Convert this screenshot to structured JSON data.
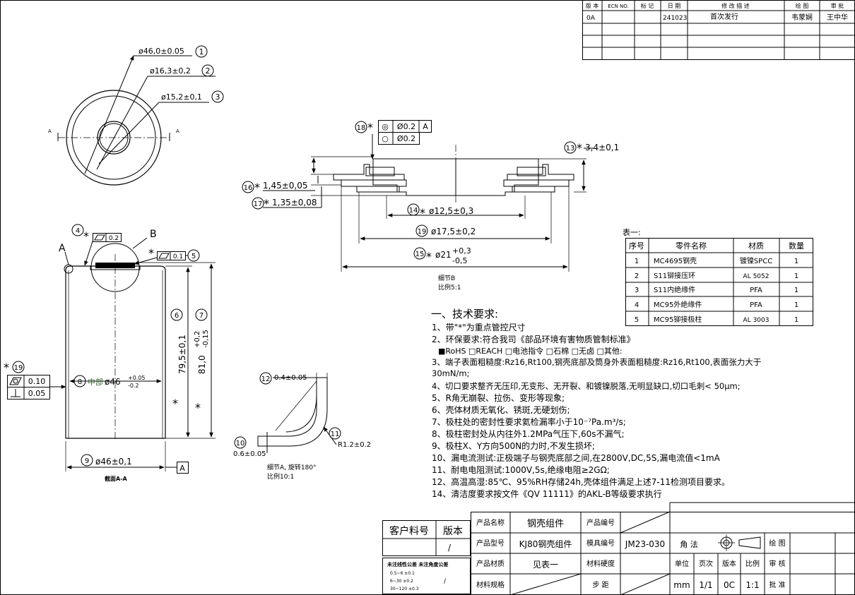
{
  "revision_table": {
    "headers": [
      "版 本",
      "ECN NO.",
      "标 记",
      "日 期",
      "修 改 描 述",
      "绘 图",
      "审 批"
    ],
    "row": [
      "0A",
      "",
      "",
      "241023",
      "首次发行",
      "韦蒙娴",
      "王中华"
    ]
  },
  "top_view": {
    "dim1": "ø46,0±0.05",
    "n1": "1",
    "dim2": "ø16,3±0,2",
    "n2": "2",
    "dim3": "ø15,2±0,1",
    "n3": "3",
    "section_mark": "A"
  },
  "detail_b": {
    "n18": "18",
    "star": "*",
    "fcf1_symbol": "◎",
    "fcf1_value": "Ø0.2",
    "fcf1_datum": "A",
    "fcf2_symbol": "○",
    "fcf2_value": "Ø0.2",
    "n13": "13",
    "dim13": "3,4±0,1",
    "n16": "16",
    "dim16": "1,45±0,05",
    "n17": "17",
    "dim17": "1,35±0,08",
    "n14": "14",
    "dim14": "ø12,5±0,3",
    "n19": "19",
    "dim19": "ø17,5±0,2",
    "n15": "15",
    "dim15_main": "ø21",
    "dim15_upper": "+0,3",
    "dim15_lower": "-0,5",
    "caption1": "细节B",
    "caption2": "比例5:1"
  },
  "section_view": {
    "n4": "4",
    "fcf4_value": "0.2",
    "label_b": "B",
    "label_a": "A",
    "n5": "5",
    "fcf5_value": "0.1",
    "n6": "6",
    "dim6": "79,5±0,1",
    "n7": "7",
    "dim7_main": "81,0",
    "dim7_tol": "+0,2",
    "dim7_tol2": "-0,15",
    "n8": "8",
    "dim8_prefix": "中部",
    "dim8_main": "ø46",
    "dim8_upper": "+0.05",
    "dim8_lower": "-0.2",
    "n9": "9",
    "dim9": "ø46±0,1",
    "datum": "A",
    "n19": "19",
    "fcf_a": "0.10",
    "fcf_b": "0.05",
    "caption": "截面A-A",
    "star": "*"
  },
  "detail_a": {
    "n12": "12",
    "dim12": "0.4±0.05",
    "n10": "10",
    "dim10": "0.6±0.05",
    "n11": "11",
    "dim11": "R1.2±0.2",
    "caption1": "细节A, 旋转180°",
    "caption2": "比例10:1"
  },
  "parts_table": {
    "title": "表一:",
    "headers": [
      "序号",
      "零件名称",
      "材质",
      "数量"
    ],
    "rows": [
      [
        "1",
        "MC4695钢壳",
        "镀镍SPCC",
        "1"
      ],
      [
        "2",
        "S11铆接压环",
        "AL 5052",
        "1"
      ],
      [
        "3",
        "S11内绝缘件",
        "PFA",
        "1"
      ],
      [
        "4",
        "MC95外绝缘件",
        "PFA",
        "1"
      ],
      [
        "5",
        "MC95铆接极柱",
        "AL 3003",
        "1"
      ]
    ]
  },
  "requirements": {
    "title": "一、技术要求:",
    "line1": "1、带\"*\"为重点管控尺寸",
    "line2": "2、环保要求:符合我司《部品环境有害物质管制标准》",
    "line2b": "■RoHS    □REACH    □电池指令    □石棉    □无卤    □其他:",
    "line3": "3、端子表面粗糙度:Rz16,Rt100,钢壳底部及筒身外表面粗糙度:Rz16,Rt100,表面张力大于",
    "line3b": "30mN/m;",
    "line4": "4、切口要求整齐无压印,无变形、无开裂、和镀镍脱落,无明显缺口,切口毛刺< 50μm;",
    "line5": "5、R角无崩裂、拉伤、变形等现象;",
    "line6": "6、壳体材质无氧化、锈斑,无硬划伤;",
    "line7": "7、极柱处的密封性要求氦检漏率小于10⁻⁷Pa.m³/s;",
    "line8": "8、极柱密封处从内往外1.2MPa气压下,60s不漏气;",
    "line9": "9、极柱X、Y方向500N的力时,不发生损坏;",
    "line10": "10、漏电流测试:正极端子与钢壳底部之间,在2800V,DC,5S,漏电流值<1mA",
    "line11": "11、耐电电阻测试:1000V,5s,绝缘电阻≥2GΩ;",
    "line12": "12、高温高湿:85℃、95%RH存储24h,壳体组件满足上述7-11检测项目要求。",
    "line14": "14、清洁度要求按文件《QV 11111》的AKL-B等级要求执行"
  },
  "title_block": {
    "customer_part_label": "客户料号",
    "version_label": "版本",
    "version_value": "/",
    "tol_title": "未注线性公差  未注角度公差",
    "tol1": "0.5~6    ±0.1",
    "tol2": "6~30     ±0.2",
    "tol3": "30~120   ±0.3",
    "tol_angle": "/",
    "product_name_label": "产品名称",
    "product_name": "钢壳组件",
    "product_no_label": "产品编号",
    "product_no": "",
    "model_label": "产品型号",
    "model": "KJ80钢壳组件",
    "mold_label": "模具编号",
    "mold": "JM23-030",
    "material_label": "产品材质",
    "material": "见表一",
    "hardness_label": "材料硬度",
    "spec_label": "材料规格",
    "pitch_label": "步    距",
    "angle_label": "角    法",
    "drawn_label": "绘 图",
    "unit_label": "单位",
    "unit": "mm",
    "pages_label": "页次",
    "pages": "1/1",
    "rev_label": "版本",
    "rev": "0C",
    "scale_label": "比例",
    "scale": "1:1",
    "review_label": "审 核",
    "approve_label": "批 准"
  }
}
